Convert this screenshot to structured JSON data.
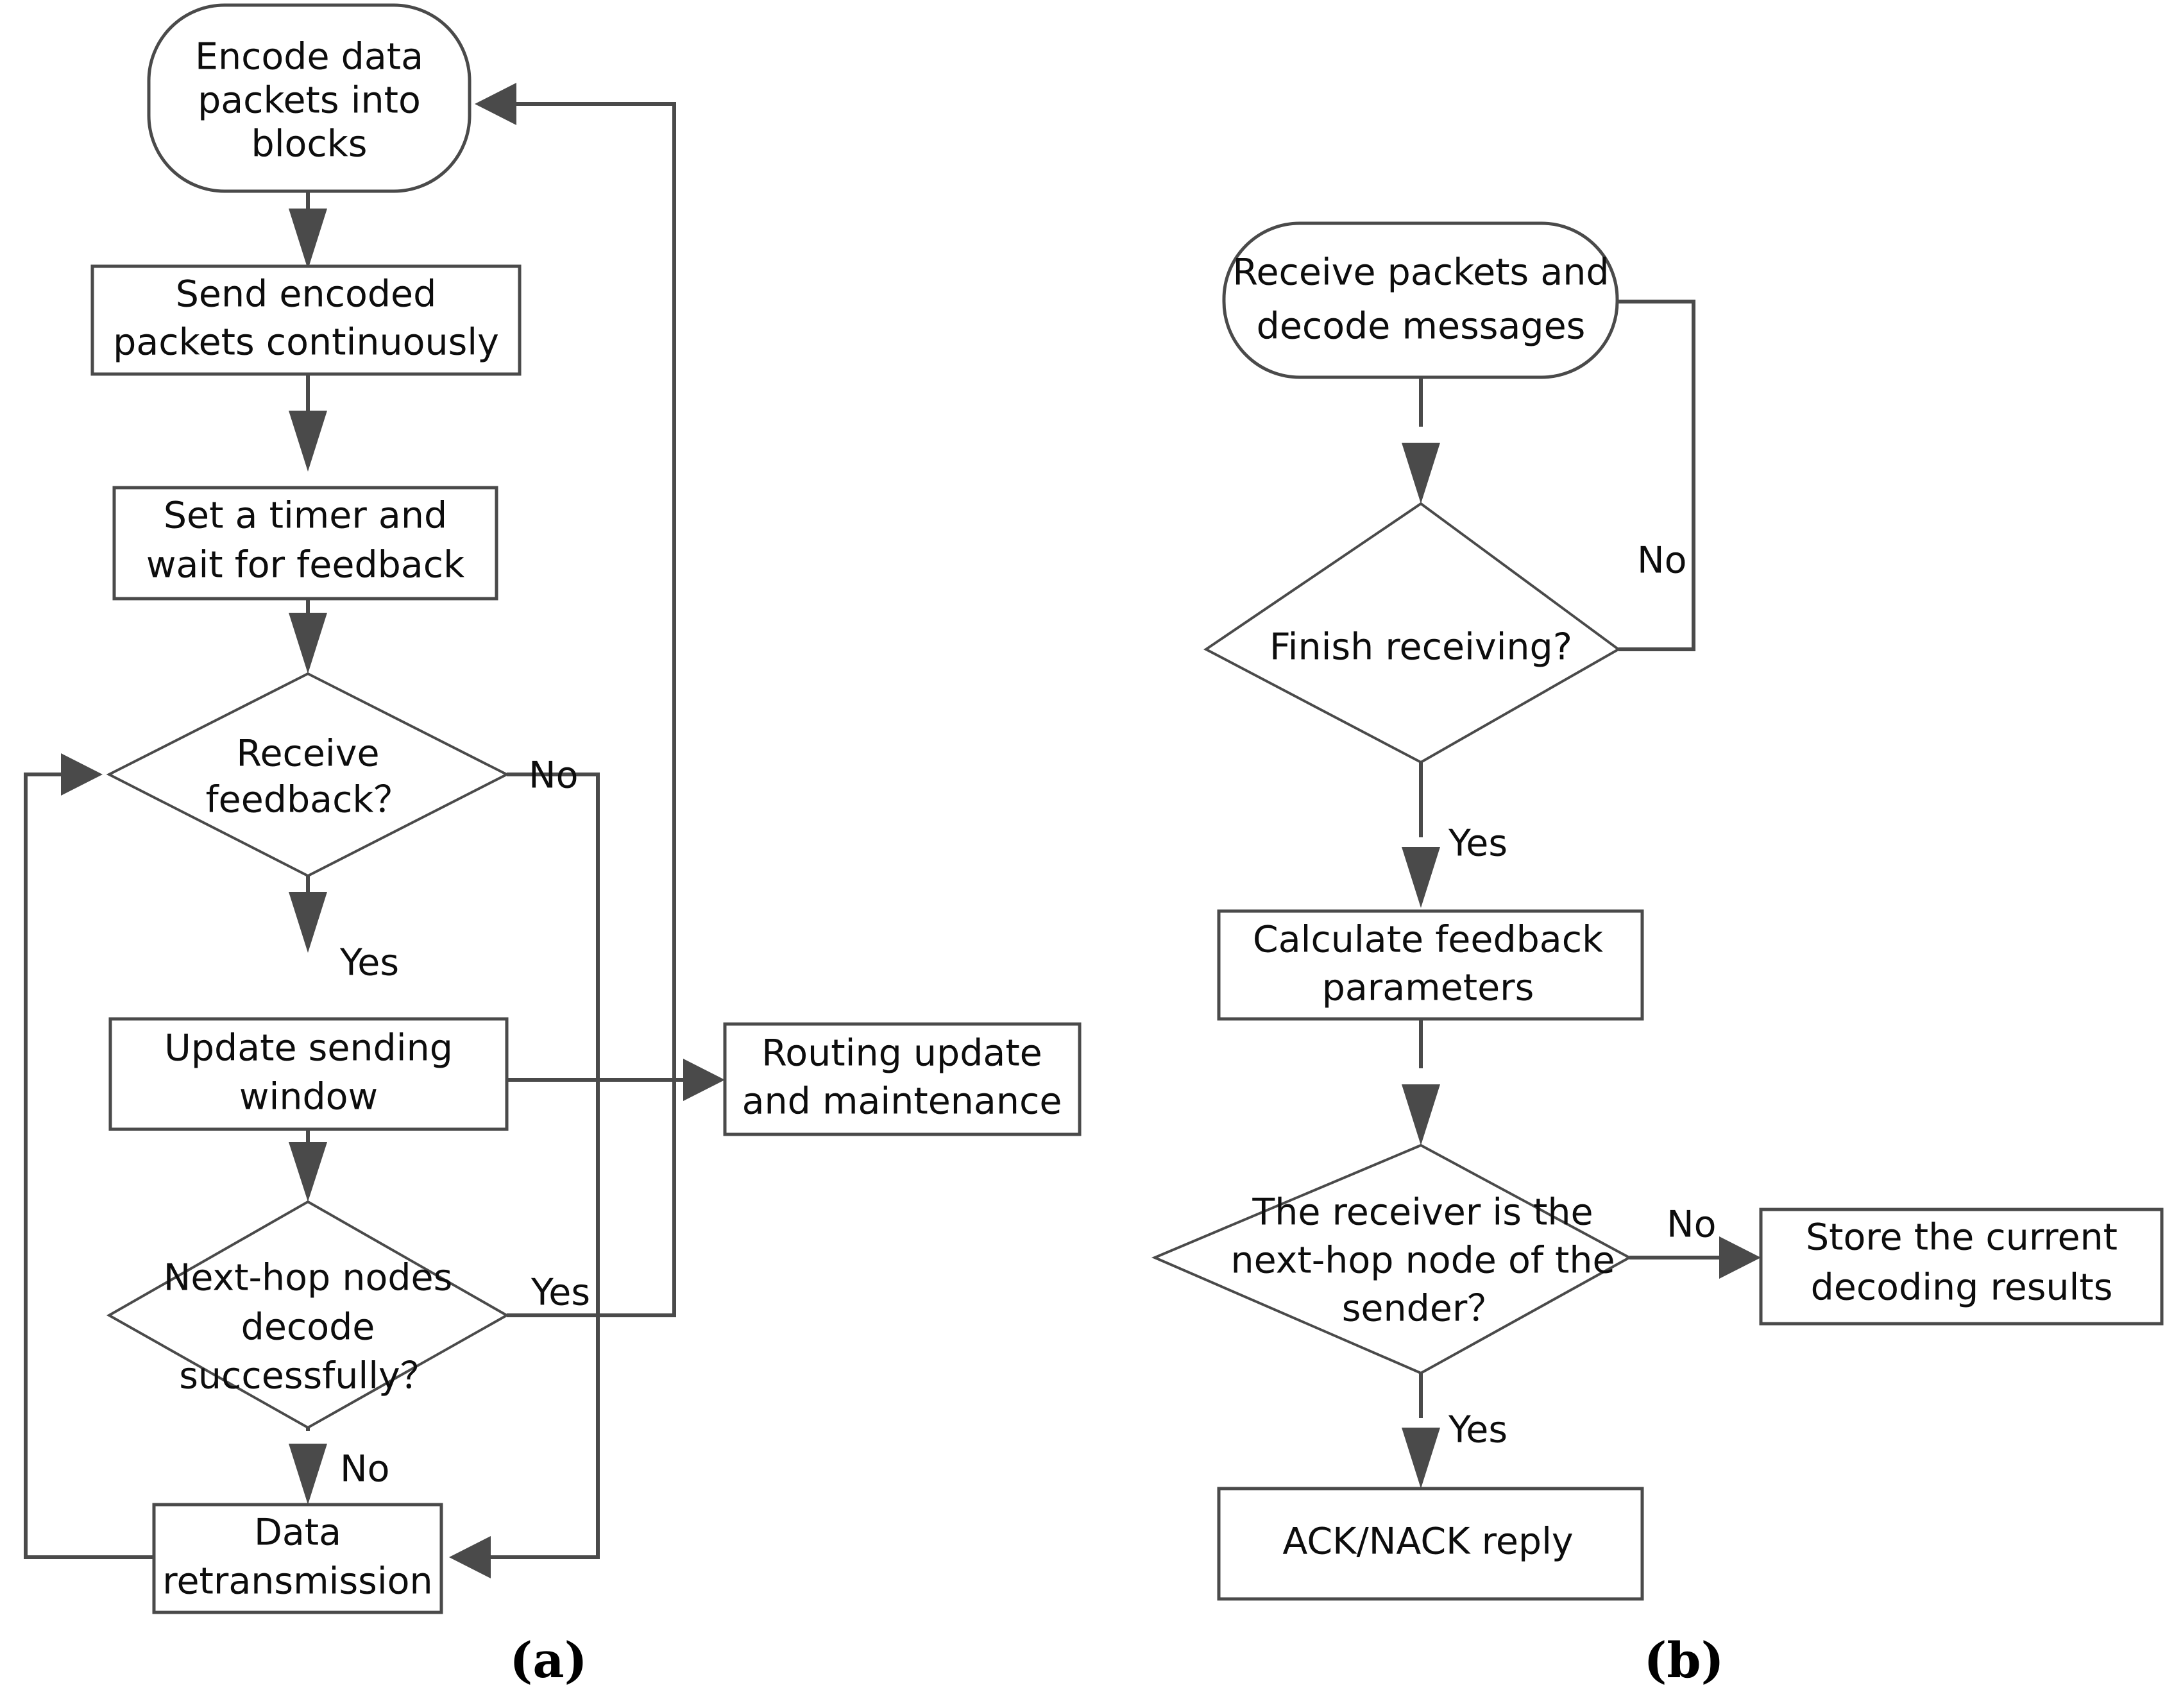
{
  "figure": {
    "background_color": "#ffffff",
    "stroke_color": "#4a4a4a",
    "text_color": "#0d0d0d"
  },
  "panels": [
    {
      "id": "a",
      "caption": "(a)",
      "nodes": {
        "encode": {
          "line1": "Encode data",
          "line2": "packets into",
          "line3": "blocks"
        },
        "send": {
          "line1": "Send encoded",
          "line2": "packets continuously"
        },
        "timer": {
          "line1": "Set a timer and",
          "line2": "wait for feedback"
        },
        "recv_feedback": {
          "line1": "Receive",
          "line2": "feedback？"
        },
        "update_window": {
          "line1": "Update sending",
          "line2": "window"
        },
        "nexthop_decode": {
          "line1": "Next-hop nodes",
          "line2": "decode",
          "line3": "successfully？"
        },
        "retransmit": {
          "line1": "Data",
          "line2": "retransmission"
        },
        "routing": {
          "line1": "Routing update",
          "line2": "and maintenance"
        }
      },
      "edge_labels": {
        "recv_feedback_no": "No",
        "recv_feedback_yes": "Yes",
        "nexthop_yes": "Yes",
        "nexthop_no": "No"
      }
    },
    {
      "id": "b",
      "caption": "(b)",
      "nodes": {
        "receive": {
          "line1": "Receive packets and",
          "line2": "decode messages"
        },
        "finish": {
          "line1": "Finish receiving?"
        },
        "calc_feedback": {
          "line1": "Calculate feedback",
          "line2": "parameters"
        },
        "is_nexthop": {
          "line1": "The receiver is the",
          "line2": "next-hop node of the",
          "line3": "sender？"
        },
        "ack_nack": {
          "line1": "ACK/NACK reply"
        },
        "store": {
          "line1": "Store the current",
          "line2": "decoding results"
        }
      },
      "edge_labels": {
        "finish_no": "No",
        "finish_yes": "Yes",
        "is_nexthop_no": "No",
        "is_nexthop_yes": "Yes"
      }
    }
  ]
}
